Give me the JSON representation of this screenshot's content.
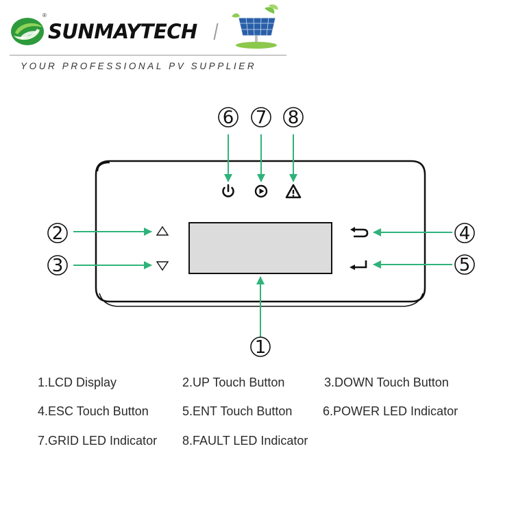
{
  "header": {
    "brand_name": "SUNMAYTECH",
    "registered_mark": "®",
    "tagline": "YOUR PROFESSIONAL PV SUPPLIER"
  },
  "colors": {
    "arrow": "#2fb37a",
    "outline": "#111111",
    "lcd": "#dcdcdc",
    "brand_green": "#3aa84a"
  },
  "diagram": {
    "callouts": [
      {
        "id": "1",
        "target": "lcd-display"
      },
      {
        "id": "2",
        "target": "up-button"
      },
      {
        "id": "3",
        "target": "down-button"
      },
      {
        "id": "4",
        "target": "esc-button"
      },
      {
        "id": "5",
        "target": "ent-button"
      },
      {
        "id": "6",
        "target": "power-led"
      },
      {
        "id": "7",
        "target": "grid-led"
      },
      {
        "id": "8",
        "target": "fault-led"
      }
    ],
    "icons": [
      "power-icon",
      "grid-icon",
      "fault-icon",
      "up-icon",
      "down-icon",
      "esc-icon",
      "ent-icon"
    ]
  },
  "legend": [
    {
      "text": "1.LCD Display"
    },
    {
      "text": "2.UP Touch Button"
    },
    {
      "text": "3.DOWN Touch Button"
    },
    {
      "text": "4.ESC Touch Button"
    },
    {
      "text": "5.ENT Touch Button"
    },
    {
      "text": "6.POWER LED Indicator"
    },
    {
      "text": "7.GRID LED Indicator"
    },
    {
      "text": "8.FAULT LED Indicator"
    }
  ]
}
